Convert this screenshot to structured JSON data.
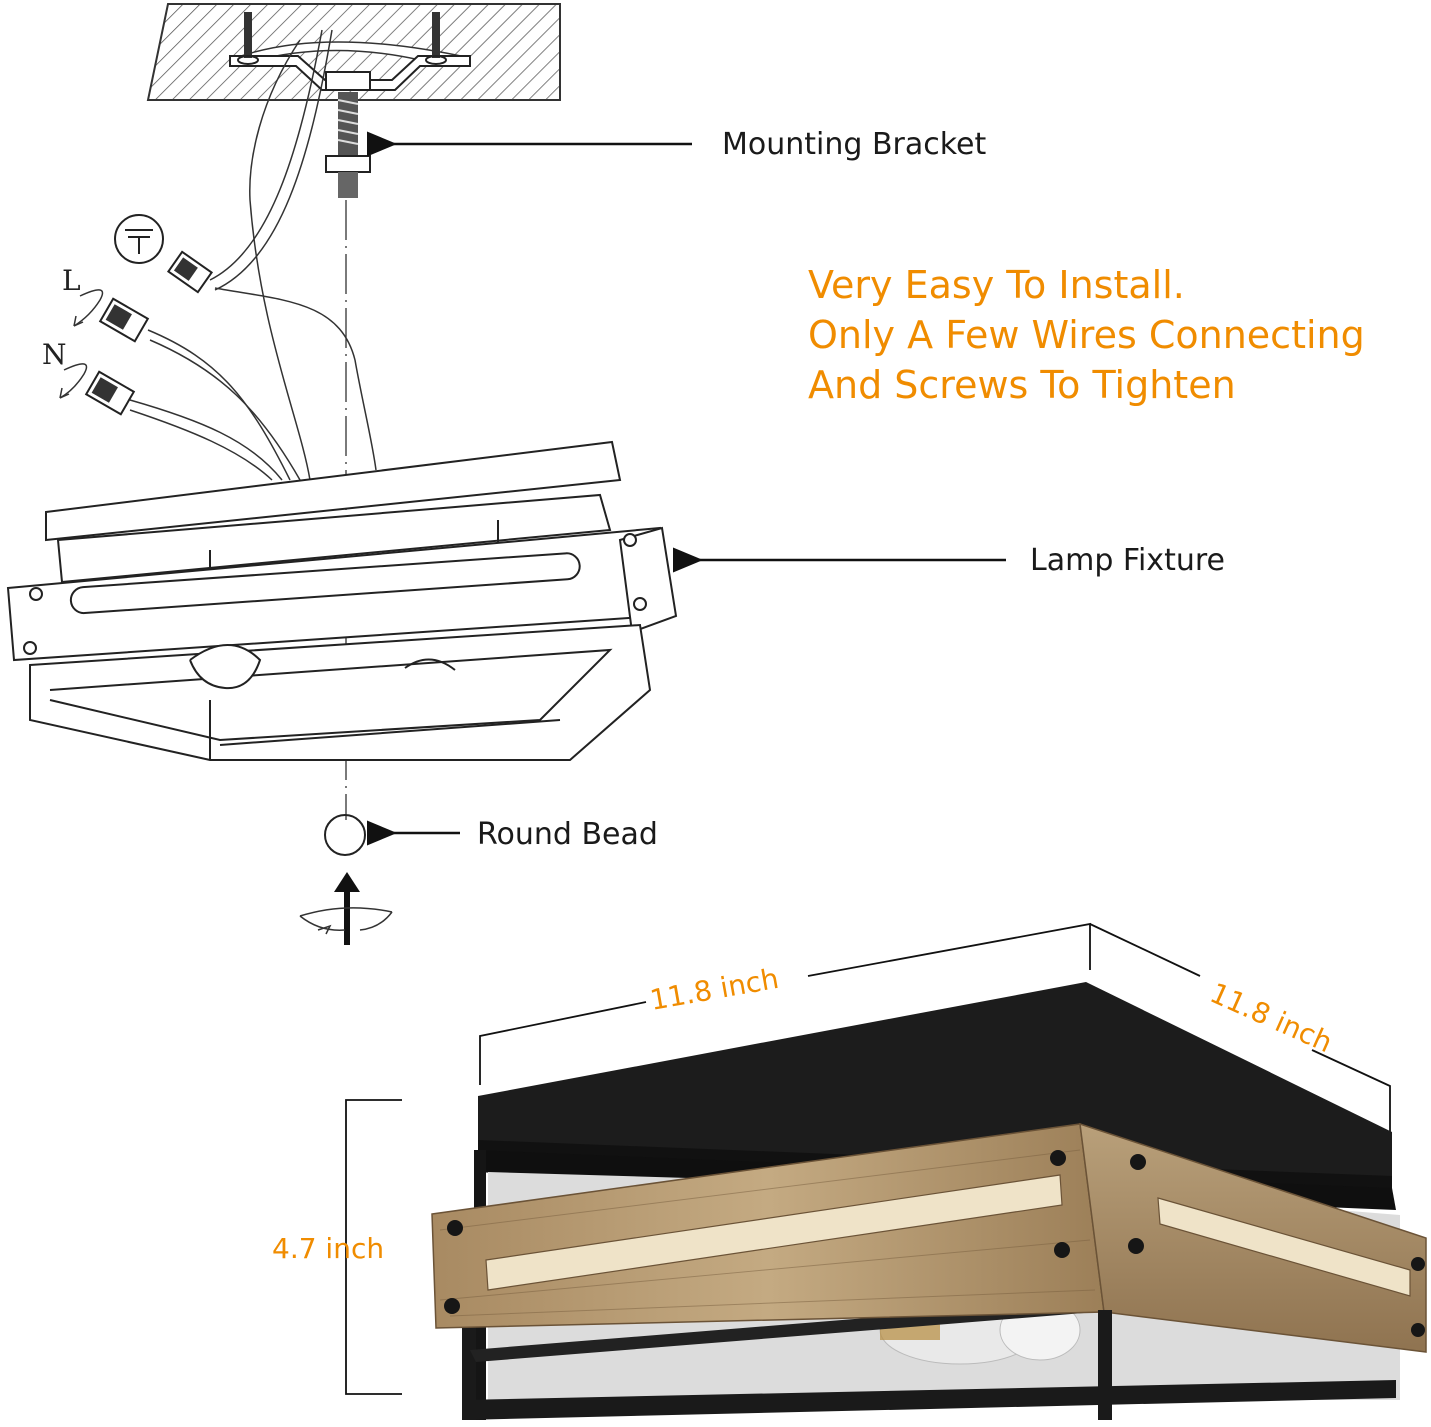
{
  "labels": {
    "mounting_bracket": "Mounting Bracket",
    "lamp_fixture": "Lamp Fixture",
    "round_bead": "Round Bead",
    "wire_live": "L",
    "wire_neutral": "N"
  },
  "headline": {
    "line1": "Very Easy To Install.",
    "line2": "Only A Few Wires Connecting",
    "line3": "And Screws To Tighten"
  },
  "dimensions": {
    "width": "11.8 inch",
    "depth": "11.8  inch",
    "height": "4.7  inch"
  },
  "colors": {
    "accent": "#f08c00",
    "line": "#222222",
    "frame": "#1c1c1c",
    "wood": "#b79a72"
  }
}
